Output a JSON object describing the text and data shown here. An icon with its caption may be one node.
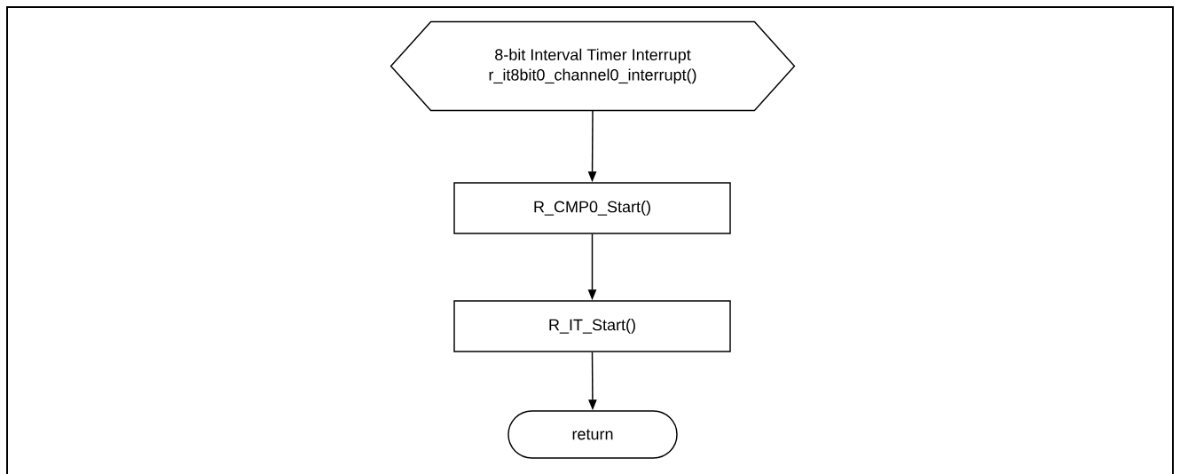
{
  "diagram": {
    "nodes": [
      {
        "text": [
          "8-bit Interval Timer Interrupt",
          "r_it8bit0_channel0_interrupt()"
        ]
      },
      {
        "text": [
          "R_CMP0_Start()"
        ]
      },
      {
        "text": [
          "R_IT_Start()"
        ]
      },
      {
        "text": [
          "return"
        ]
      }
    ],
    "edges": [
      {
        "from": 0,
        "to": 1,
        "arrow": "to"
      },
      {
        "from": 1,
        "to": 2,
        "arrow": "to"
      },
      {
        "from": 2,
        "to": 3,
        "arrow": "to"
      }
    ]
  }
}
